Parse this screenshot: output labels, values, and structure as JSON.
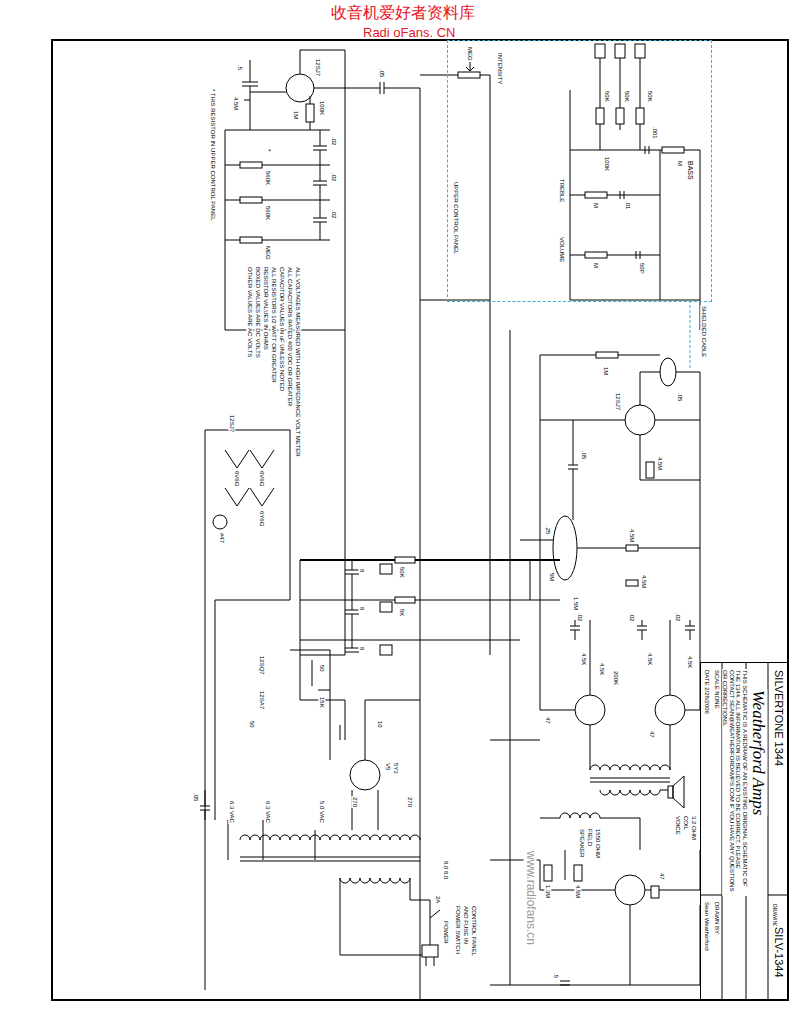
{
  "diagram": {
    "nodes": [
      {
        "text": [
          "UPPER CONTROL PANEL"
        ]
      },
      {
        "text": [
          "Weatherford Amps",
          "SCALE NONE",
          "DATE 2/28/2006",
          "DRAWN BY",
          "Sean Weatherford",
          "THIS SCHEMATIC IS A REDRAW OF AN EXISTING ORIGINAL SCHEMATIC OF THE 1344. ALL INFORMATION IS BELIEVED TO BE CORRECT. PLEASE CONTACT SEAN@WEATHERFORDAMPS.COM IF YOU HAVE ANY QUESTIONS OR CORRECTIONS.",
          "SILVERTONE 1344",
          "DRAWING NUMBER",
          "SILV-1344"
        ]
      }
    ],
    "labels": [
      "收音机爱好者资料库",
      "Radi oFans. CN",
      "* THIS RESISTOR IN UPPER CONTROL PANEL",
      "ALL VOLTAGES MEASURED WITH HIGH IMPEDANCE VOLT METER",
      "ALL CAPACITORS RATED 400 VDC OR GREATER",
      "CAPACITOR VALUES IN uF UNLESS NOTED",
      "ALL RESISTORS 1/2 WATT OR GREATER",
      "RESISTOR VALUES IN OHMS",
      "BOXED VALUES ARE DC VOLTS",
      "OTHER VALUES ARE AC VOLTS",
      "12SJ7",
      ".5",
      "4.5M",
      "100K",
      "1M",
      ".05",
      ".02",
      ".02",
      ".02",
      "*",
      "560K",
      "560K",
      "MEG",
      "MEG",
      "INTENSITY",
      "50K",
      "50K",
      "50K",
      ".001",
      "BASS",
      "M",
      "100K",
      "TREBLE",
      "M",
      ".01",
      "VOLUME",
      "M",
      "50P",
      "SHIELDED CABLE",
      "1M",
      ".05",
      "12SJ7",
      ".05",
      "4.5M",
      "12SJ7",
      "6V6G",
      "6V6G",
      "#47",
      "6Y6G",
      ".25",
      "5M",
      "4.5M",
      "4.5M",
      "1.5M",
      "8",
      "8",
      "8",
      "50K",
      "5K",
      "12SQ7",
      "12SA7",
      "50",
      "15K",
      "50",
      "10",
      "V5",
      "5Y3",
      ".05",
      "6.3 VAC",
      "6.3 VAC",
      "5.0 VAC",
      "270",
      "270",
      "8.0 8.0",
      "2A",
      "POWER",
      "POWER SWITCH",
      "AND FUSE IN",
      "CONTROL PANEL",
      ".02",
      ".02",
      ".02",
      "4.5K",
      "4.5K",
      "200K",
      "4.5K",
      "4.5K",
      "47",
      "47",
      "SPEAKER",
      "FIELD",
      "1550 OHM",
      "VOICE",
      "COIL",
      "3.2 OHM",
      "1.3M",
      "4.5M",
      "47",
      ".5",
      "www.radiofans.cn"
    ]
  }
}
